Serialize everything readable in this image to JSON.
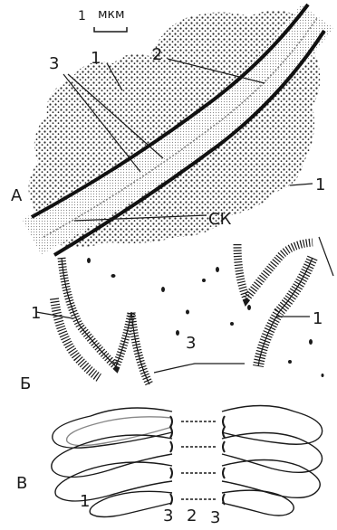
{
  "scale_bar": {
    "number": "1",
    "unit": "мкм"
  },
  "panels": {
    "A": {
      "letter": "А",
      "labels": {
        "chromatin_top": "1",
        "loop": "2",
        "fibers": "3",
        "chromatin_right": "1",
        "sc": "СК"
      }
    },
    "B": {
      "letter": "Б",
      "labels": {
        "axis_left": "1",
        "axis_right": "1",
        "central": "3"
      }
    },
    "V": {
      "letter": "В",
      "labels": {
        "lateral": "1",
        "transverse_left": "3",
        "central": "2",
        "transverse_right": "3"
      }
    }
  },
  "colors": {
    "ink": "#1a1a1a",
    "paper": "#ffffff",
    "stipple": "#3a3a3a",
    "light": "#bfbfbf"
  }
}
